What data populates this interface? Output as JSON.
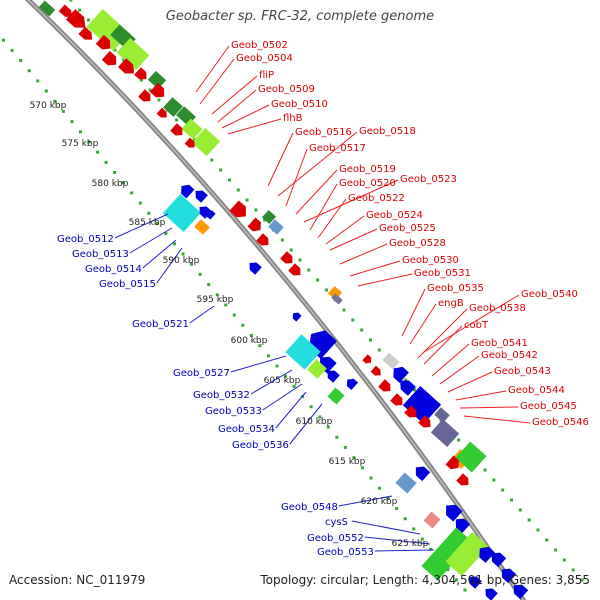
{
  "title": "Geobacter sp. FRC-32, complete genome",
  "footer": {
    "accession": "Accession: NC_011979",
    "topology": "Topology: circular; Length: 4,304,501 bp; Genes: 3,855"
  },
  "colors": {
    "backbone": "#888888",
    "ticks_outer": "#33aa33",
    "ticks_inner": "#33aa33",
    "forward_gene": "#ee0000",
    "reverse_gene": "#0000dd",
    "forward_label": "#dd0000",
    "reverse_label": "#0000bb"
  },
  "ticks": [
    "570 kbp",
    "575 kbp",
    "580 kbp",
    "585 kbp",
    "590 kbp",
    "595 kbp",
    "600 kbp",
    "605 kbp",
    "610 kbp",
    "615 kbp",
    "620 kbp",
    "625 kbp"
  ],
  "forward_labels": [
    "Geob_0502",
    "Geob_0504",
    "fliP",
    "Geob_0509",
    "Geob_0510",
    "flhB",
    "Geob_0516",
    "Geob_0518",
    "Geob_0517",
    "Geob_0519",
    "Geob_0523",
    "Geob_0520",
    "Geob_0522",
    "Geob_0524",
    "Geob_0525",
    "Geob_0528",
    "Geob_0530",
    "Geob_0531",
    "Geob_0535",
    "Geob_0540",
    "engB",
    "Geob_0538",
    "cobT",
    "Geob_0541",
    "Geob_0542",
    "Geob_0543",
    "Geob_0544",
    "Geob_0545",
    "Geob_0546"
  ],
  "reverse_labels": [
    "Geob_0512",
    "Geob_0513",
    "Geob_0514",
    "Geob_0515",
    "Geob_0521",
    "Geob_0527",
    "Geob_0532",
    "Geob_0533",
    "Geob_0534",
    "Geob_0536",
    "Geob_0548",
    "cysS",
    "Geob_0552",
    "Geob_0553"
  ]
}
